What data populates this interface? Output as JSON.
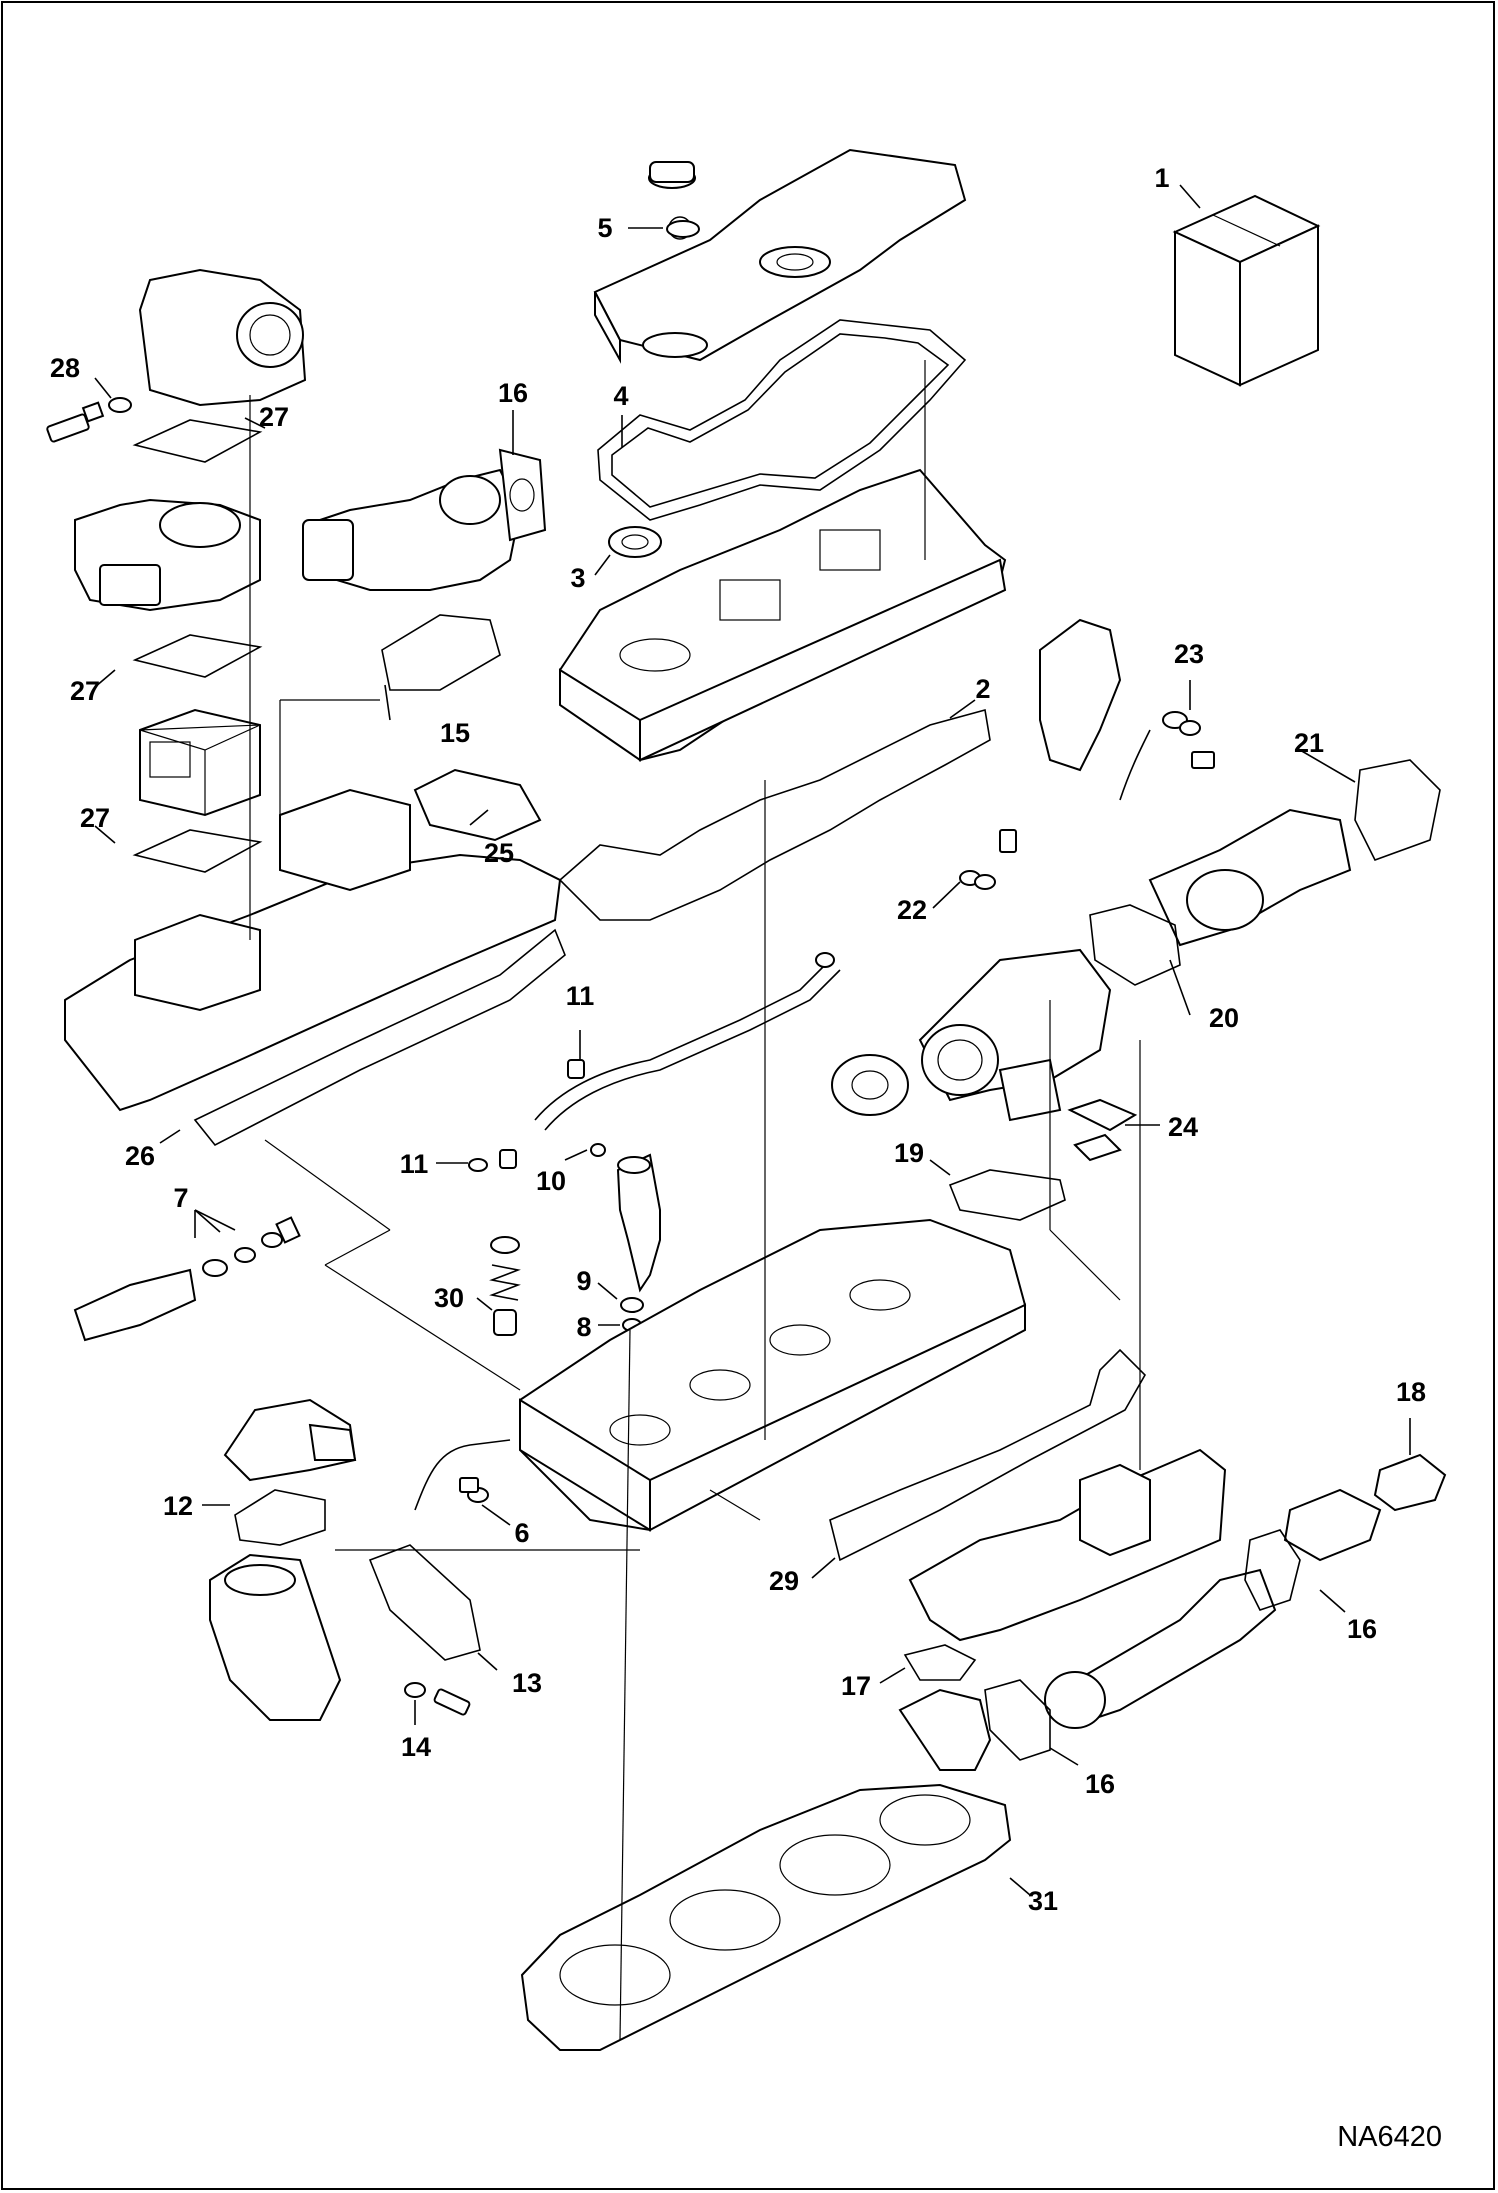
{
  "figure_code": "NA6420",
  "callouts": [
    {
      "id": "c1",
      "text": "1"
    },
    {
      "id": "c2",
      "text": "2"
    },
    {
      "id": "c3",
      "text": "3"
    },
    {
      "id": "c4",
      "text": "4"
    },
    {
      "id": "c5",
      "text": "5"
    },
    {
      "id": "c6",
      "text": "6"
    },
    {
      "id": "c7",
      "text": "7"
    },
    {
      "id": "c8",
      "text": "8"
    },
    {
      "id": "c9",
      "text": "9"
    },
    {
      "id": "c10",
      "text": "10"
    },
    {
      "id": "c11a",
      "text": "11"
    },
    {
      "id": "c11b",
      "text": "11"
    },
    {
      "id": "c12",
      "text": "12"
    },
    {
      "id": "c13",
      "text": "13"
    },
    {
      "id": "c14",
      "text": "14"
    },
    {
      "id": "c15",
      "text": "15"
    },
    {
      "id": "c16a",
      "text": "16"
    },
    {
      "id": "c16b",
      "text": "16"
    },
    {
      "id": "c16c",
      "text": "16"
    },
    {
      "id": "c17",
      "text": "17"
    },
    {
      "id": "c18",
      "text": "18"
    },
    {
      "id": "c19",
      "text": "19"
    },
    {
      "id": "c20",
      "text": "20"
    },
    {
      "id": "c21",
      "text": "21"
    },
    {
      "id": "c22",
      "text": "22"
    },
    {
      "id": "c23",
      "text": "23"
    },
    {
      "id": "c24",
      "text": "24"
    },
    {
      "id": "c25",
      "text": "25"
    },
    {
      "id": "c26",
      "text": "26"
    },
    {
      "id": "c27a",
      "text": "27"
    },
    {
      "id": "c27b",
      "text": "27"
    },
    {
      "id": "c27c",
      "text": "27"
    },
    {
      "id": "c28",
      "text": "28"
    },
    {
      "id": "c29",
      "text": "29"
    },
    {
      "id": "c30",
      "text": "30"
    },
    {
      "id": "c31",
      "text": "31"
    }
  ]
}
